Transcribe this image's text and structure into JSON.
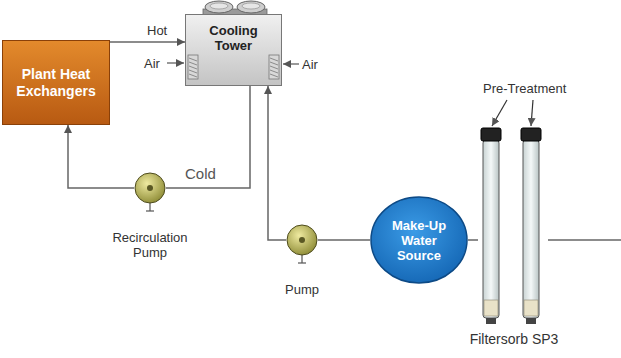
{
  "diagram": {
    "nodes": [
      {
        "text": [
          "Plant Heat Exchangers"
        ]
      },
      {
        "text": [
          "Cooling Tower"
        ]
      },
      {
        "text": [
          "Recirculation Pump"
        ]
      },
      {
        "text": [
          "Pump"
        ]
      },
      {
        "text": [
          "Make-Up Water Source"
        ]
      },
      {
        "text": [
          "Filtersorb SP3"
        ]
      }
    ],
    "edges": [
      {
        "from": 0,
        "to": 1,
        "label": "Hot",
        "arrow": "to"
      },
      {
        "from": 1,
        "to": 2,
        "label": "Cold",
        "arrow": "none"
      },
      {
        "from": 2,
        "to": 0,
        "arrow": "to"
      },
      {
        "from": 3,
        "to": 1,
        "arrow": "to"
      },
      {
        "from": 4,
        "to": 3,
        "arrow": "none"
      },
      {
        "from": 5,
        "to": 4,
        "arrow": "none"
      }
    ],
    "labels": [
      "Air",
      "Air",
      "Pre-Treatment"
    ]
  }
}
